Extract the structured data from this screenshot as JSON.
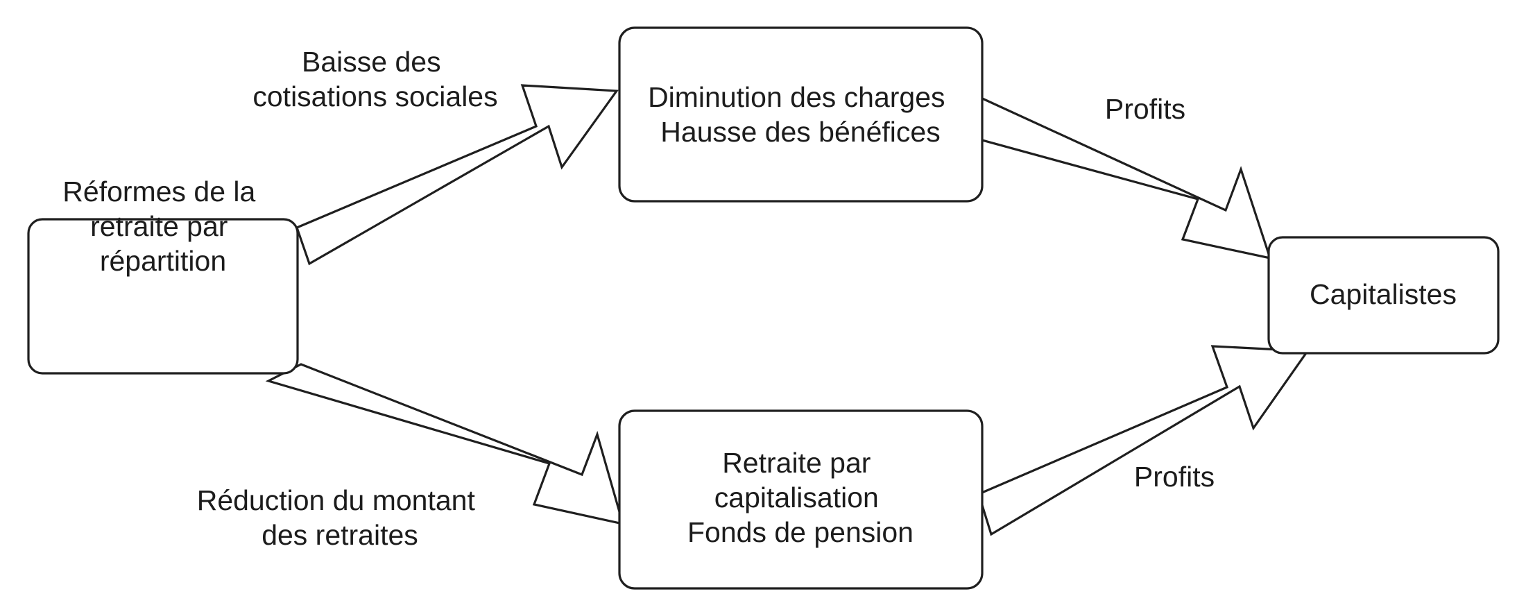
{
  "diagram": {
    "title": "Réformes de la retraite par répartition — chaîne de conséquences",
    "background_color": "#ffffff",
    "stroke_color": "#1f1f1f",
    "text_color": "#1c1c1c",
    "nodes": [
      {
        "id": "reformes",
        "name": "reformes-retraite-repartition",
        "lines": [
          "Réformes de la",
          "retraite par",
          "répartition"
        ]
      },
      {
        "id": "charges",
        "name": "diminution-charges-hausse-benefices",
        "lines": [
          "Diminution des charges",
          "Hausse des bénéfices"
        ]
      },
      {
        "id": "capitalisation",
        "name": "retraite-capitalisation-fonds-pension",
        "lines": [
          "Retraite par",
          "capitalisation",
          "Fonds de pension"
        ]
      },
      {
        "id": "capitalistes",
        "name": "capitalistes",
        "lines": [
          "Capitalistes"
        ]
      }
    ],
    "edges": [
      {
        "id": "edge-cotisations",
        "from": "reformes",
        "to": "charges",
        "lines": [
          "Baisse des",
          "cotisations sociales"
        ]
      },
      {
        "id": "edge-profits-haut",
        "from": "charges",
        "to": "capitalistes",
        "lines": [
          "Profits"
        ]
      },
      {
        "id": "edge-montant-retraites",
        "from": "reformes",
        "to": "capitalisation",
        "lines": [
          "Réduction du montant",
          "des retraites"
        ]
      },
      {
        "id": "edge-profits-bas",
        "from": "capitalisation",
        "to": "capitalistes",
        "lines": [
          "Profits"
        ]
      }
    ]
  }
}
